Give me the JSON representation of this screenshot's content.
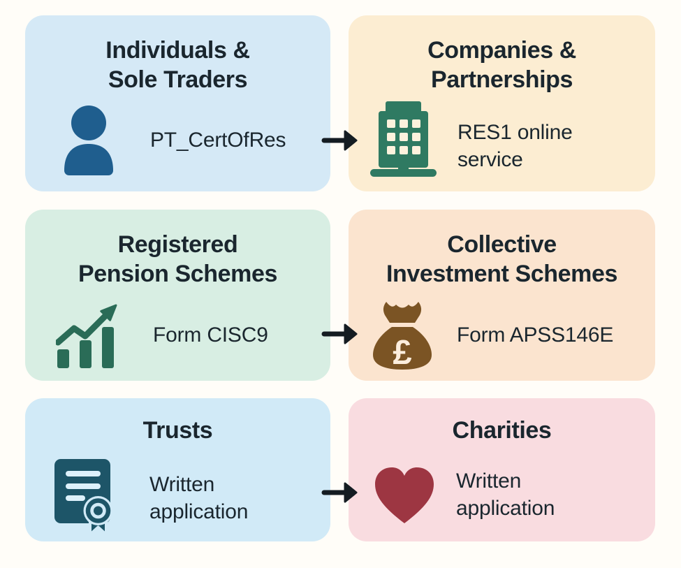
{
  "page": {
    "background": "#fffdf8",
    "text_color": "#1a262e",
    "arrow_color": "#141c22"
  },
  "cards": [
    {
      "id": "individuals-sole-traders",
      "bg": "#d5e9f6",
      "icon": "person-icon",
      "icon_color": "#1f5e8e",
      "title_lines": [
        "Individuals &",
        "Sole Traders"
      ],
      "label_lines": [
        "PT_CertOfRes"
      ]
    },
    {
      "id": "companies-partnerships",
      "bg": "#fcedd2",
      "icon": "building-icon",
      "icon_color": "#2f7a62",
      "icon_accent": "#fdf2dd",
      "title_lines": [
        "Companies &",
        "Partnerships"
      ],
      "label_lines": [
        "RES1 online",
        "service"
      ]
    },
    {
      "id": "registered-pension-schemes",
      "bg": "#d8eee3",
      "icon": "bar-chart-trend-icon",
      "icon_color": "#2a6c57",
      "title_lines": [
        "Registered",
        "Pension Schemes"
      ],
      "label_lines": [
        "Form CISC9"
      ]
    },
    {
      "id": "collective-investment-schemes",
      "bg": "#fbe4cf",
      "icon": "money-bag-icon",
      "icon_color": "#7b5424",
      "icon_accent": "#fdeedd",
      "icon_text": "£",
      "title_lines": [
        "Collective",
        "Investment Schemes"
      ],
      "label_lines": [
        "Form APSS146E"
      ]
    },
    {
      "id": "trusts",
      "bg": "#d1eaf7",
      "icon": "certificate-icon",
      "icon_color": "#1d5568",
      "icon_accent": "#ddf1fb",
      "title_lines": [
        "Trusts"
      ],
      "label_lines": [
        "Written",
        "application"
      ]
    },
    {
      "id": "charities",
      "bg": "#f9dce0",
      "icon": "heart-icon",
      "icon_color": "#9d3642",
      "title_lines": [
        "Charities"
      ],
      "label_lines": [
        "Written",
        "application"
      ]
    }
  ],
  "arrows": [
    {
      "from": "individuals-sole-traders",
      "to": "companies-partnerships"
    },
    {
      "from": "registered-pension-schemes",
      "to": "collective-investment-schemes"
    },
    {
      "from": "trusts",
      "to": "charities"
    }
  ]
}
